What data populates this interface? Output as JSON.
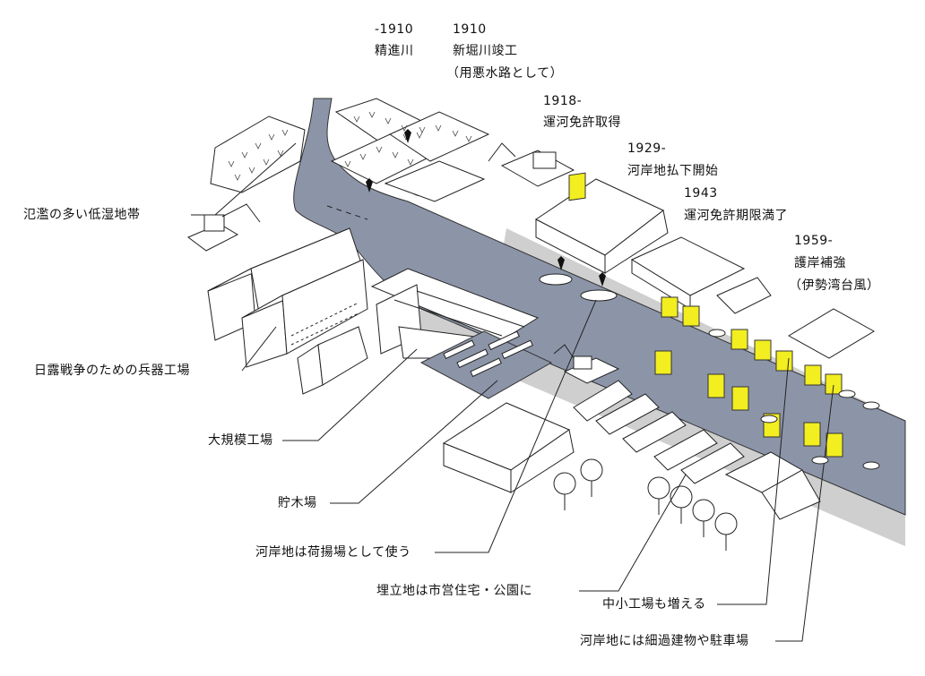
{
  "timeline": {
    "t1": {
      "year": "-1910",
      "text": "精進川"
    },
    "t2": {
      "year": "1910",
      "text": "新堀川竣工",
      "note": "（用悪水路として）"
    },
    "t3": {
      "year": "1918-",
      "text": "運河免許取得"
    },
    "t4": {
      "year": "1929-",
      "text": "河岸地払下開始"
    },
    "t5": {
      "year": "1943",
      "text": "運河免許期限満了"
    },
    "t6": {
      "year": "1959-",
      "text": "護岸補強",
      "note": "（伊勢湾台風）"
    }
  },
  "callouts": {
    "lowland": "氾濫の多い低湿地帯",
    "arsenal": "日露戦争のための兵器工場",
    "large_factory": "大規模工場",
    "lumberyard": "貯木場",
    "cargo": "河岸地は荷揚場として使う",
    "landfill": "埋立地は市営住宅・公園に",
    "small_factory": "中小工場も増える",
    "parking": "河岸地には細過建物や駐車場"
  },
  "colors": {
    "river": "#8c95a8",
    "road": "#c9c9c9",
    "highlight": "#f2ee1f",
    "line": "#222222"
  }
}
